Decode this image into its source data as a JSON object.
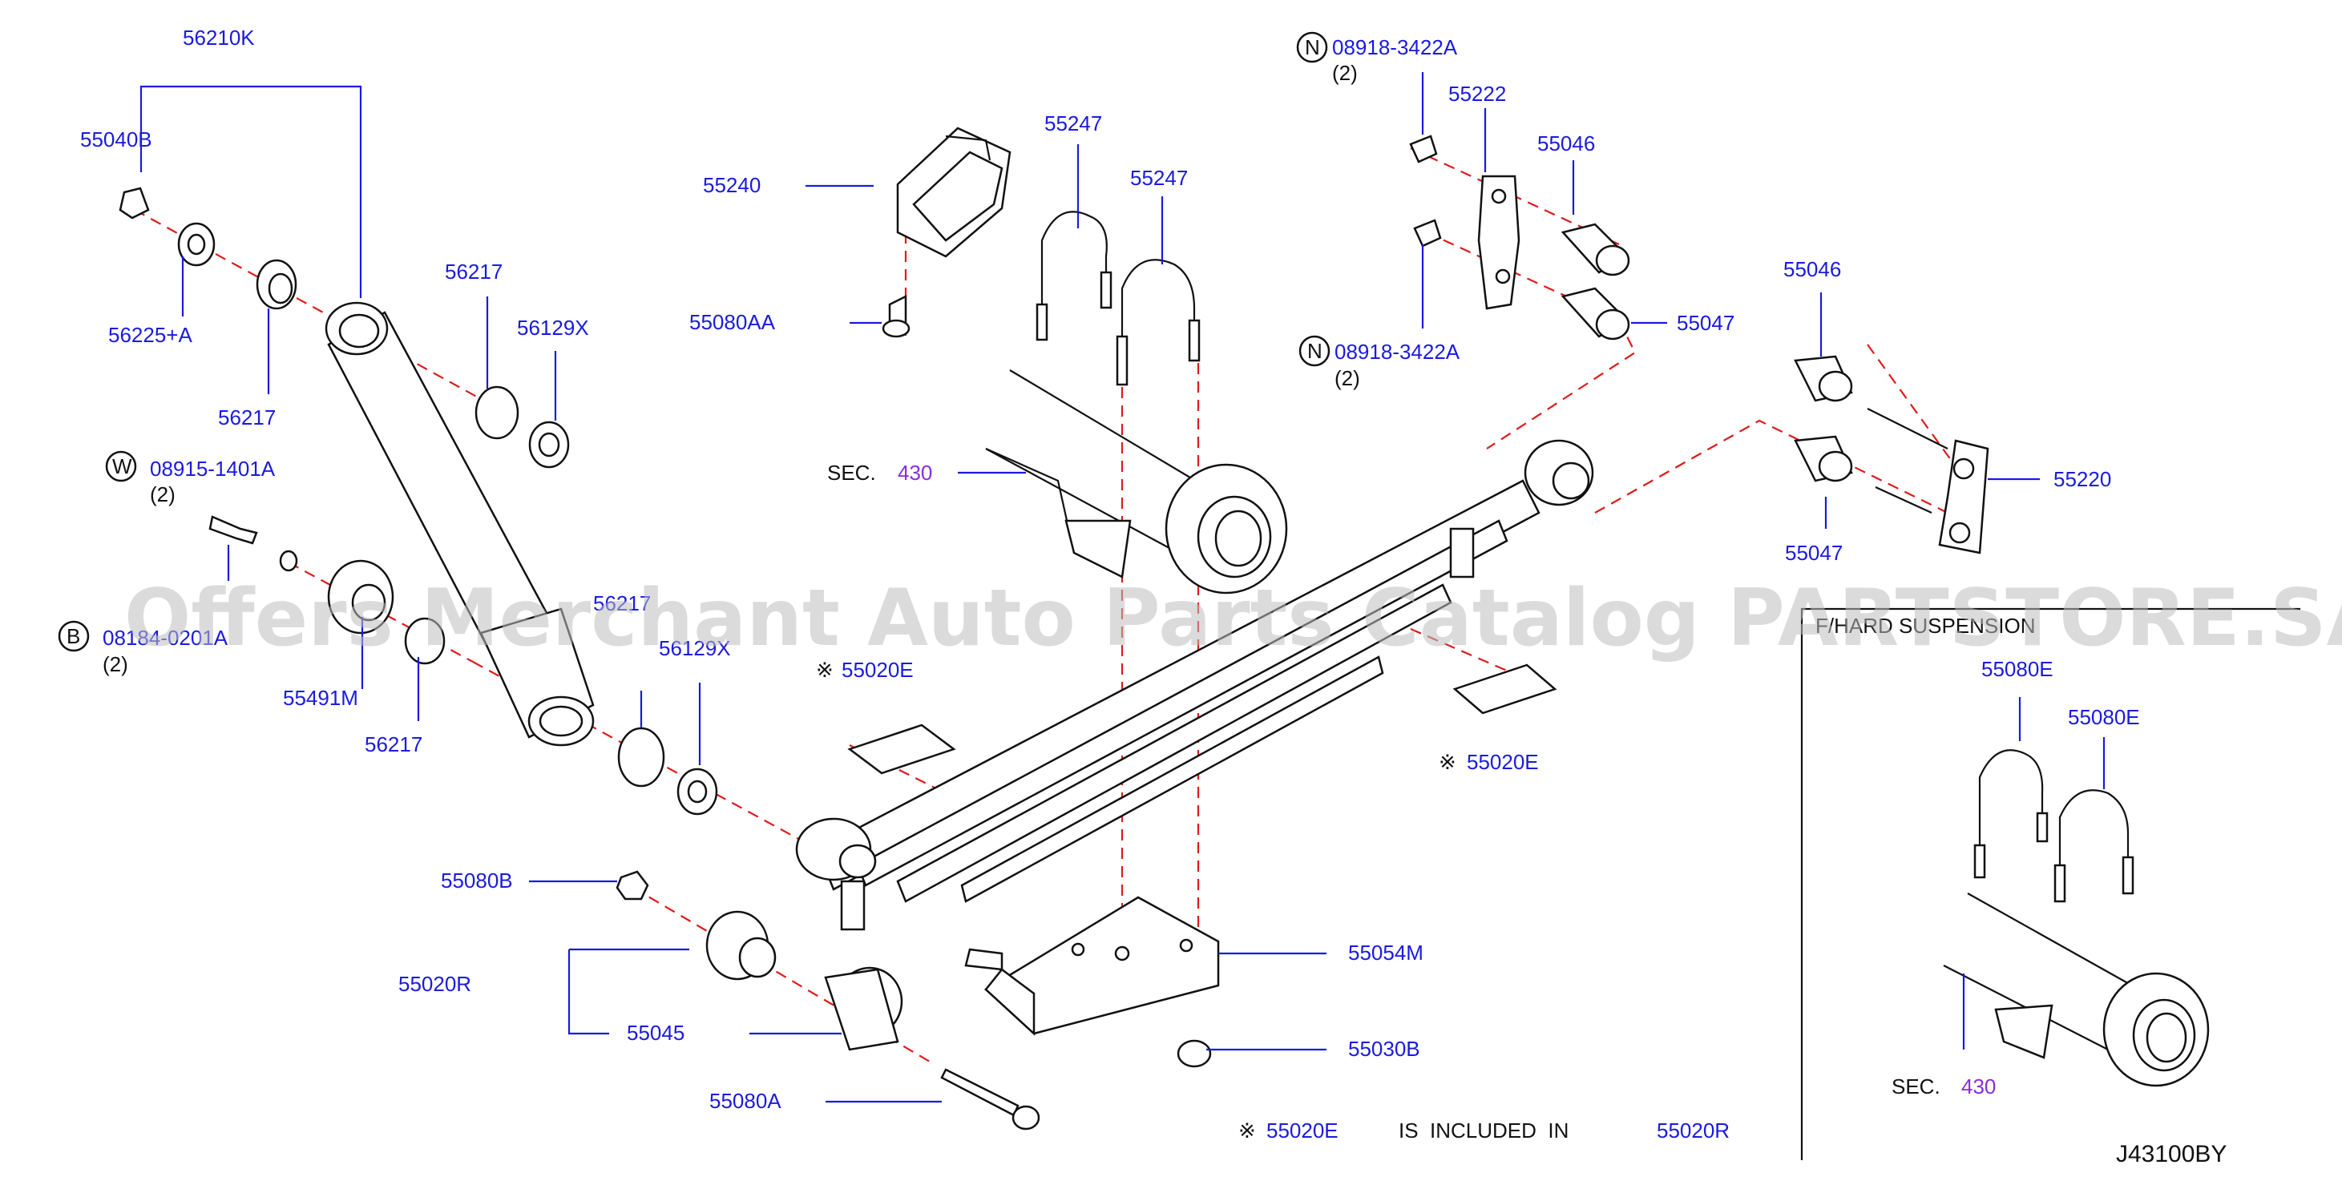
{
  "labels": {
    "p56210K": "56210K",
    "p55040B": "55040B",
    "p56225A": "56225+A",
    "p56217_top": "56217",
    "p56217_mid": "56217",
    "p56129X_top": "56129X",
    "p08915": "08915-1401A",
    "p08915_qty": "(2)",
    "p08184": "08184-0201A",
    "p08184_qty": "(2)",
    "p56217_side": "56217",
    "p55491M": "55491M",
    "p56217_low": "56217",
    "p56129X_low": "56129X",
    "p55080B": "55080B",
    "p55020R": "55020R",
    "p55045": "55045",
    "p55080A": "55080A",
    "p55240": "55240",
    "p55080AA": "55080AA",
    "p55247_a": "55247",
    "p55247_b": "55247",
    "sec_label": "SEC.",
    "sec_num": "430",
    "p55020E_a": "55020E",
    "p55020E_b": "55020E",
    "p55054M": "55054M",
    "p55030B": "55030B",
    "p08918_top": "08918-3422A",
    "p08918_top_qty": "(2)",
    "p55222": "55222",
    "p55046_a": "55046",
    "p55047_a": "55047",
    "p08918_bot": "08918-3422A",
    "p08918_bot_qty": "(2)",
    "p55046_b": "55046",
    "p55220": "55220",
    "p55047_b": "55047",
    "inset_title": "F/HARD SUSPENSION",
    "p55080E_a": "55080E",
    "p55080E_b": "55080E",
    "inset_sec_label": "SEC.",
    "inset_sec_num": "430",
    "note_mark": "※",
    "note_part": "55020E",
    "note_text": "IS  INCLUDED  IN",
    "note_target": "55020R",
    "diagram_code": "J43100BY",
    "watermark": "Offers Merchant Auto Parts Catalog PARTSTORE.SA",
    "circle_n": "N",
    "circle_w": "W",
    "circle_b": "B"
  },
  "colors": {
    "label": "#1a1ae0",
    "section": "#8a2be2",
    "dash": "#e01a1a",
    "line": "#111111"
  }
}
